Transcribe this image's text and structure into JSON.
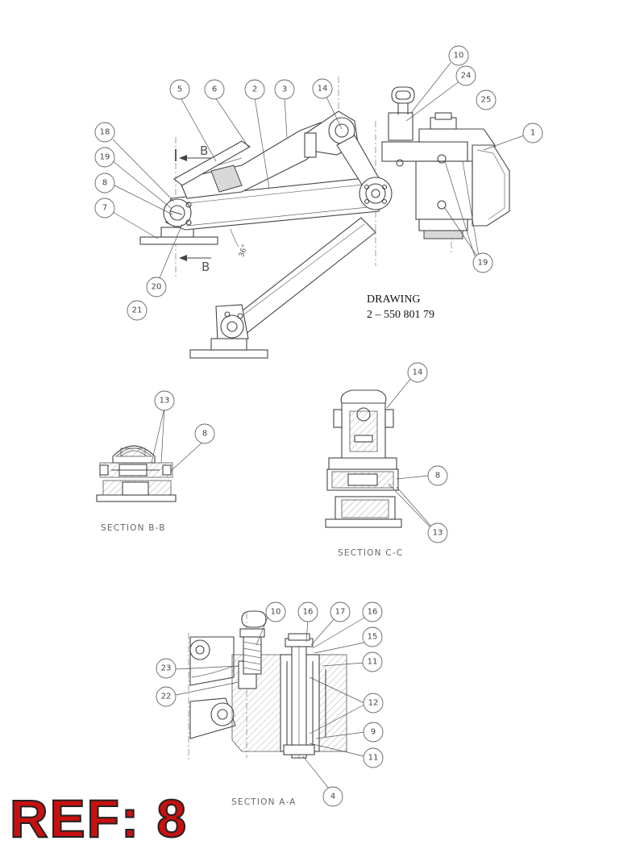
{
  "drawing": {
    "label": "DRAWING",
    "number": "2 – 550 801 79"
  },
  "reference": {
    "text": "REF: 8"
  },
  "main_view": {
    "angle": "36°",
    "cut_label_top": "B",
    "cut_label_bottom": "B",
    "balloons": [
      "5",
      "6",
      "2",
      "3",
      "14",
      "10",
      "24",
      "25",
      "18",
      "19",
      "8",
      "7",
      "20",
      "21",
      "1",
      "19"
    ]
  },
  "section_bb": {
    "title": "SECTION B-B",
    "balloons": [
      "13",
      "8"
    ]
  },
  "section_cc": {
    "title": "SECTION C-C",
    "balloons": [
      "14",
      "8",
      "13"
    ]
  },
  "section_aa": {
    "title": "SECTION A-A",
    "balloons": [
      "10",
      "16",
      "17",
      "16",
      "15",
      "11",
      "23",
      "22",
      "12",
      "9",
      "11",
      "4"
    ]
  }
}
